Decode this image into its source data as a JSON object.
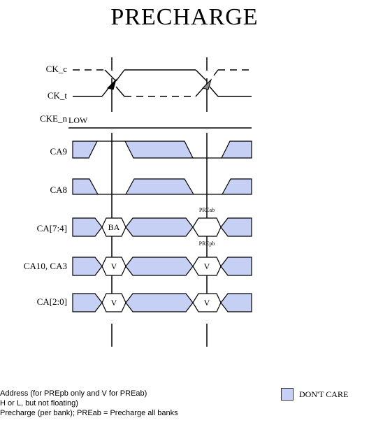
{
  "title": "PRECHARGE",
  "signals": {
    "ck_c": "CK_c",
    "ck_t": "CK_t",
    "cke_n": "CKE_n",
    "ca9": "CA9",
    "ca8": "CA8",
    "ca74": "CA[7:4]",
    "ca10_ca3": "CA10, CA3",
    "ca20": "CA[2:0]"
  },
  "cke_level": "LOW",
  "cells": {
    "ba": "BA",
    "v1": "V",
    "v2": "V",
    "v3": "V",
    "v4": "V"
  },
  "annotations": {
    "preab": "PREab",
    "prepb": "PREpb"
  },
  "notes": [
    "Address (for PREpb only and V for PREab)",
    "H or L, but not floating)",
    "Precharge (per bank); PREab = Precharge all banks"
  ],
  "legend": {
    "label": "DON'T CARE",
    "color": "#c6d0f4"
  }
}
